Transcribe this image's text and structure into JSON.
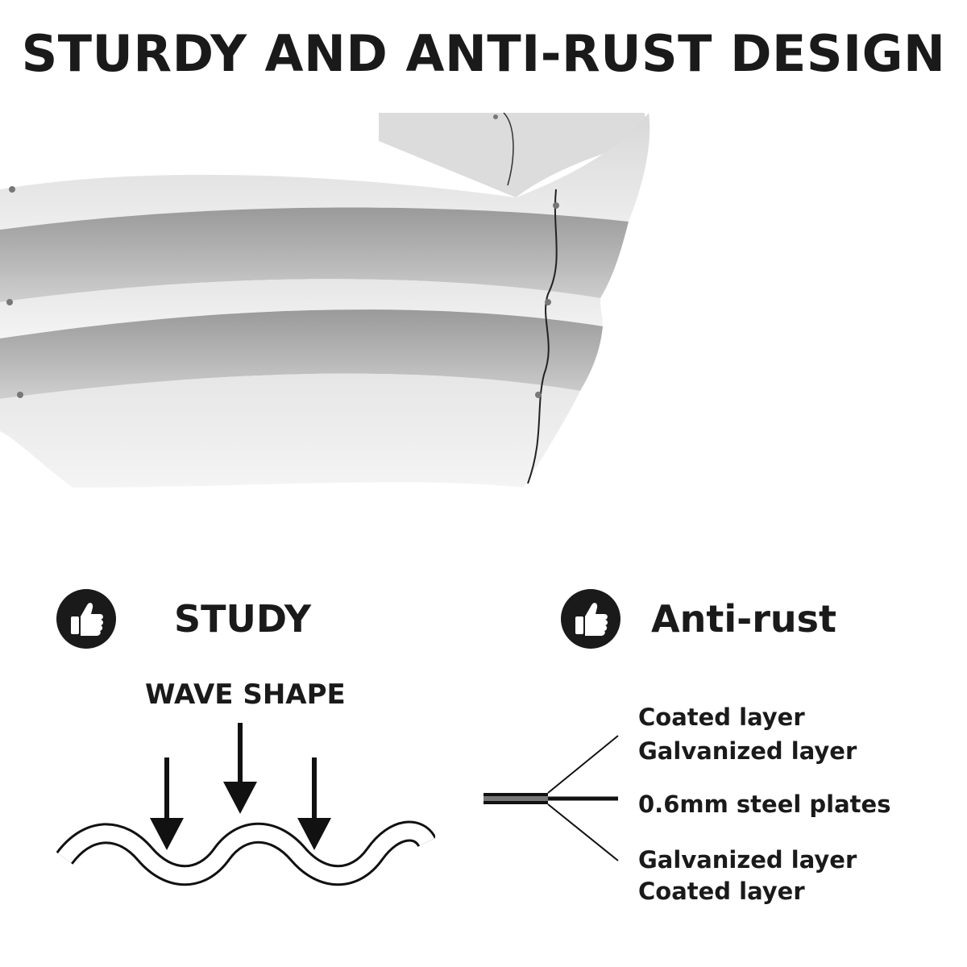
{
  "headline": "STURDY AND ANTI-RUST DESIGN",
  "features": {
    "left": {
      "title": "STUDY",
      "icon": "thumbs-up-icon"
    },
    "right": {
      "title": "Anti-rust",
      "icon": "thumbs-up-icon"
    }
  },
  "wave": {
    "label": "WAVE SHAPE"
  },
  "layers": {
    "top_outer": "Coated layer",
    "top_inner": "Galvanized layer",
    "core": "0.6mm steel plates",
    "bottom_inner": "Galvanized layer",
    "bottom_outer": "Coated layer"
  },
  "colors": {
    "text": "#1a1a1a",
    "metal_light": "#e8e8e8",
    "metal_dark": "#a9a9a9"
  }
}
